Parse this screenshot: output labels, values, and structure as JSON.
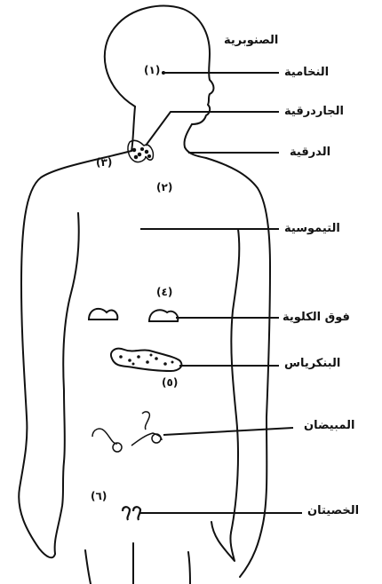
{
  "labels": {
    "pineal": "الصنوبرية",
    "pituitary": "النخامية",
    "parathyroid": "الجاردرقية",
    "thyroid": "الدرقية",
    "thymus": "التيموسية",
    "adrenal": "فوق الكلوية",
    "pancreas": "البنكرياس",
    "ovaries": "المبيضان",
    "testes": "الخصيتان"
  },
  "numbers": {
    "n1": "(١)",
    "n2": "(٢)",
    "n3": "(٣)",
    "n4": "(٤)",
    "n5": "(٥)",
    "n6": "(٦)"
  },
  "colors": {
    "ink": "#111111",
    "background": "#ffffff"
  }
}
